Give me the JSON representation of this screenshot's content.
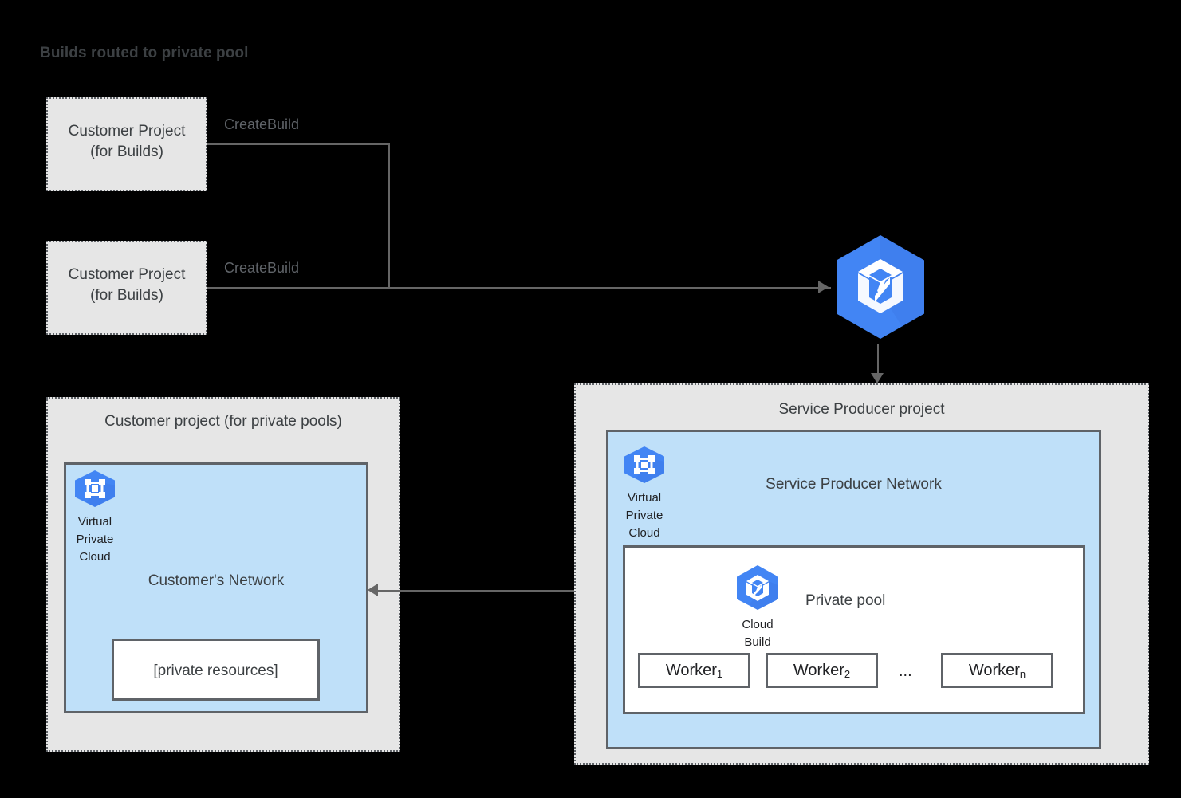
{
  "title": "Builds routed to private pool",
  "colors": {
    "accent_blue": "#4285f4",
    "panel_gray": "#e6e6e6",
    "network_blue": "#bfe0f9",
    "border_gray": "#5f6368",
    "line_gray": "#666666",
    "text_dark": "#3c4043",
    "background": "#000000"
  },
  "customer_build_projects": [
    {
      "label": "Customer Project\n(for Builds)",
      "edge_label": "CreateBuild"
    },
    {
      "label": "Customer Project\n(for Builds)",
      "edge_label": "CreateBuild"
    }
  ],
  "cloud_build_service": {
    "icon": "cloud-build-icon"
  },
  "customer_private_pool_project": {
    "heading": "Customer project (for private pools)",
    "vpc_icon_caption": "Virtual\nPrivate\nCloud",
    "network_label": "Customer's Network",
    "resource_box_label": "[private resources]"
  },
  "service_producer_project": {
    "heading": "Service Producer project",
    "vpc_icon_caption": "Virtual\nPrivate\nCloud",
    "network_label": "Service Producer Network",
    "private_pool": {
      "label": "Private pool",
      "cloud_build_caption": "Cloud\nBuild",
      "workers": [
        {
          "name": "Worker",
          "subscript": "1"
        },
        {
          "name": "Worker",
          "subscript": "2"
        },
        {
          "name": "Worker",
          "subscript": "n"
        }
      ],
      "ellipsis": "..."
    }
  }
}
